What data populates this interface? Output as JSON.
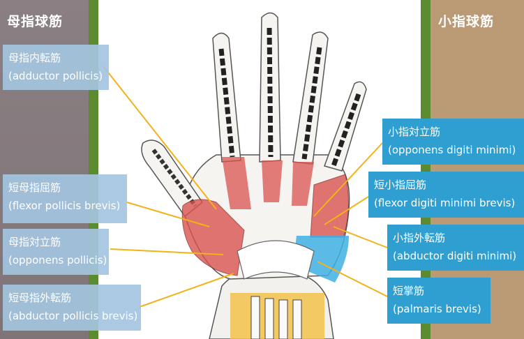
{
  "groups": {
    "thenar": {
      "title": "母指球筋"
    },
    "hypothenar": {
      "title": "小指球筋"
    }
  },
  "labels": {
    "adductor_pollicis": {
      "jp": "母指内転筋",
      "en": "(adductor pollicis)"
    },
    "flexor_pollicis_brevis": {
      "jp": "短母指屈筋",
      "en": "(flexor pollicis brevis)"
    },
    "opponens_pollicis": {
      "jp": "母指対立筋",
      "en": "(opponens pollicis)"
    },
    "abductor_pollicis_brevis": {
      "jp": "短母指外転筋",
      "en": "(abductor pollicis brevis)"
    },
    "opponens_digiti_minimi": {
      "jp": "小指対立筋",
      "en": "(opponens digiti minimi)"
    },
    "flexor_digiti_minimi_brevis": {
      "jp": "短小指屈筋",
      "en": "(flexor digiti minimi brevis)"
    },
    "abductor_digiti_minimi": {
      "jp": "小指外転筋",
      "en": "(abductor digiti minimi)"
    },
    "palmaris_brevis": {
      "jp": "短掌筋",
      "en": "(palmaris brevis)"
    }
  },
  "colors": {
    "thenar_panel": "#8a7f82",
    "hypothenar_panel": "#b99a74",
    "stripe": "#5c8a2f",
    "left_label_box": "#a4c4e0",
    "right_label_box": "#2f9fd2",
    "leader_line": "#f3b21b",
    "muscle": "#d9534f",
    "palmaris_highlight": "#3fb0e4"
  }
}
